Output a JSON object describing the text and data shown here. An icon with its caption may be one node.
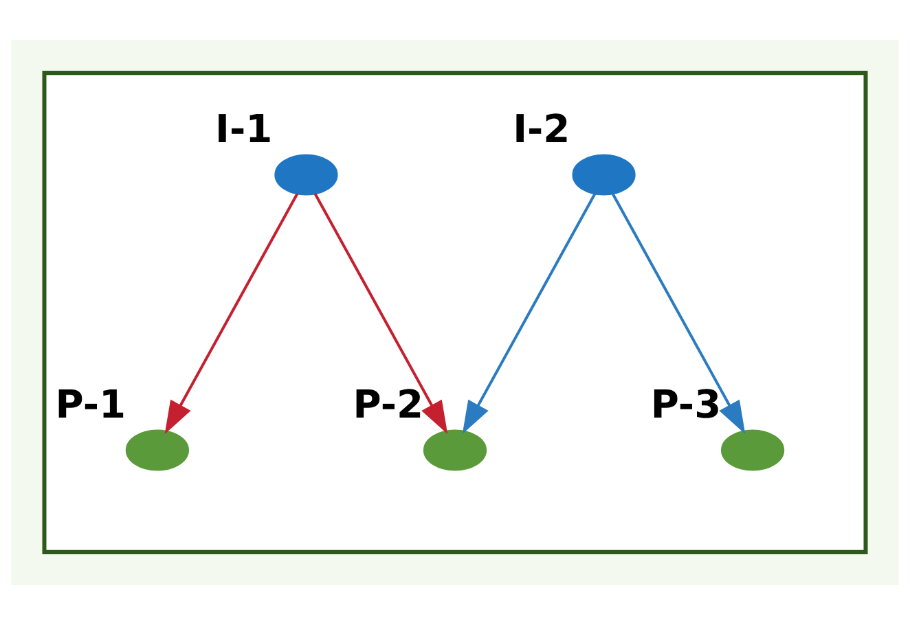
{
  "diagram": {
    "nodes": [
      {
        "text": [],
        "shape": "polygon"
      },
      {
        "text": [
          "I-1"
        ],
        "in": 0
      },
      {
        "text": [
          "I-2"
        ],
        "in": 0
      },
      {
        "text": [
          "P-1"
        ],
        "in": 0
      },
      {
        "text": [
          "P-2"
        ],
        "in": 0
      },
      {
        "text": [
          "P-3"
        ],
        "in": 0
      }
    ],
    "edges": [
      {
        "from": 1,
        "to": 3,
        "arrow": "to",
        "color": "#c4202f"
      },
      {
        "from": 1,
        "to": 4,
        "arrow": "to",
        "color": "#c4202f"
      },
      {
        "from": 2,
        "to": 4,
        "arrow": "to",
        "color": "#2b7bc0"
      },
      {
        "from": 2,
        "to": 5,
        "arrow": "to",
        "color": "#2b7bc0"
      }
    ]
  }
}
